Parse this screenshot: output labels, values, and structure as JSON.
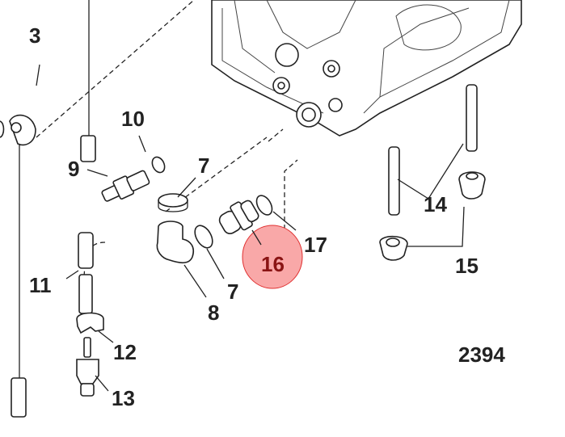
{
  "diagram": {
    "figure_number": "2394",
    "highlight_color": "#f9a8a8",
    "highlight_stroke": "#e03030",
    "callouts": [
      {
        "id": "3",
        "label": "3"
      },
      {
        "id": "10",
        "label": "10"
      },
      {
        "id": "9",
        "label": "9"
      },
      {
        "id": "7a",
        "label": "7"
      },
      {
        "id": "11",
        "label": "11"
      },
      {
        "id": "12",
        "label": "12"
      },
      {
        "id": "13",
        "label": "13"
      },
      {
        "id": "8",
        "label": "8"
      },
      {
        "id": "7b",
        "label": "7"
      },
      {
        "id": "16",
        "label": "16",
        "highlighted": true
      },
      {
        "id": "17",
        "label": "17"
      },
      {
        "id": "14",
        "label": "14"
      },
      {
        "id": "15",
        "label": "15"
      }
    ]
  }
}
